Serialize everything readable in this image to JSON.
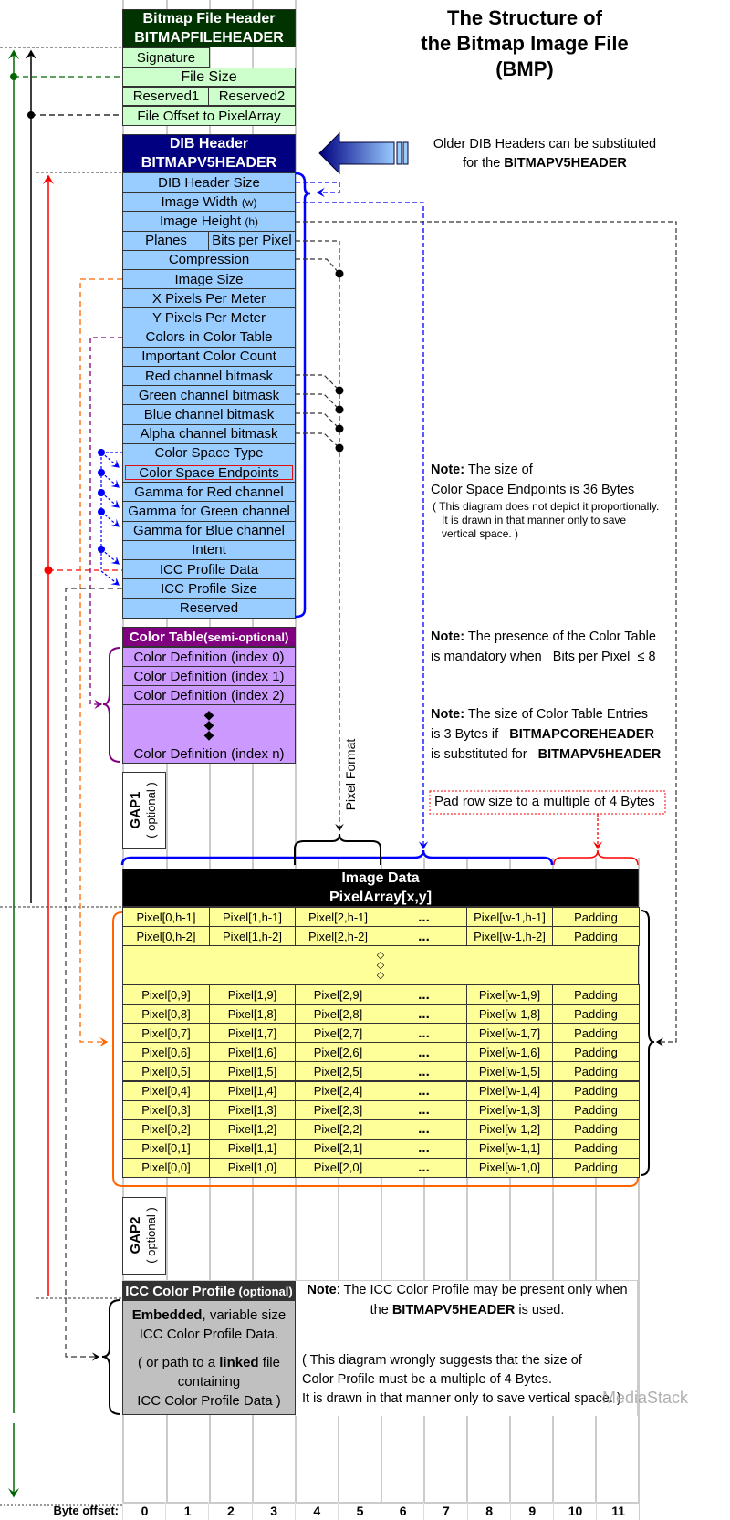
{
  "title": [
    "The Structure of",
    "the Bitmap Image File",
    "(BMP)"
  ],
  "file_header": {
    "title": "Bitmap File Header",
    "subtitle": "BITMAPFILEHEADER",
    "fields": {
      "signature": "Signature",
      "file_size": "File Size",
      "reserved1": "Reserved1",
      "reserved2": "Reserved2",
      "offset": "File Offset to PixelArray"
    },
    "color": "#ccffcc",
    "header_color": "#003300"
  },
  "dib_header": {
    "title": "DIB Header",
    "subtitle": "BITMAPV5HEADER",
    "fields": [
      "DIB Header Size",
      "Image Width (w)",
      "Image Height (h)",
      "Planes",
      "Bits per Pixel",
      "Compression",
      "Image Size",
      "X Pixels Per Meter",
      "Y Pixels Per Meter",
      "Colors in Color Table",
      "Important Color Count",
      "Red channel bitmask",
      "Green channel bitmask",
      "Blue channel bitmask",
      "Alpha channel bitmask",
      "Color Space Type",
      "Color Space Endpoints",
      "Gamma for Red channel",
      "Gamma for Green channel",
      "Gamma for Blue channel",
      "Intent",
      "ICC Profile Data",
      "ICC Profile Size",
      "Reserved"
    ],
    "color": "#99ccff",
    "header_color": "#000080"
  },
  "older_headers_note": [
    "Older DIB Headers can be substituted",
    "for the",
    "BITMAPV5HEADER"
  ],
  "color_table": {
    "title": "Color Table",
    "qualifier": "(semi-optional)",
    "entries": [
      "Color Definition (index 0)",
      "Color Definition (index 1)",
      "Color Definition (index 2)",
      "Color Definition (index n)"
    ],
    "color": "#cc99ff",
    "header_color": "#800080"
  },
  "gap1": {
    "label": "GAP1",
    "qualifier": "( optional )"
  },
  "gap2": {
    "label": "GAP2",
    "qualifier": "( optional )"
  },
  "pixel_format_label": "Pixel Format",
  "pad_note": "Pad row size to a multiple of 4 Bytes",
  "image_data": {
    "title": "Image Data",
    "subtitle": "PixelArray[x,y]",
    "ellipsis": "...",
    "padding_label": "Padding",
    "top_rows": [
      [
        "Pixel[0,h-1]",
        "Pixel[1,h-1]",
        "Pixel[2,h-1]",
        "...",
        "Pixel[w-1,h-1]",
        "Padding"
      ],
      [
        "Pixel[0,h-2]",
        "Pixel[1,h-2]",
        "Pixel[2,h-2]",
        "...",
        "Pixel[w-1,h-2]",
        "Padding"
      ]
    ],
    "bottom_rows": [
      [
        "Pixel[0,9]",
        "Pixel[1,9]",
        "Pixel[2,9]",
        "...",
        "Pixel[w-1,9]",
        "Padding"
      ],
      [
        "Pixel[0,8]",
        "Pixel[1,8]",
        "Pixel[2,8]",
        "...",
        "Pixel[w-1,8]",
        "Padding"
      ],
      [
        "Pixel[0,7]",
        "Pixel[1,7]",
        "Pixel[2,7]",
        "...",
        "Pixel[w-1,7]",
        "Padding"
      ],
      [
        "Pixel[0,6]",
        "Pixel[1,6]",
        "Pixel[2,6]",
        "...",
        "Pixel[w-1,6]",
        "Padding"
      ],
      [
        "Pixel[0,5]",
        "Pixel[1,5]",
        "Pixel[2,5]",
        "...",
        "Pixel[w-1,5]",
        "Padding"
      ],
      [
        "Pixel[0,4]",
        "Pixel[1,4]",
        "Pixel[2,4]",
        "...",
        "Pixel[w-1,4]",
        "Padding"
      ],
      [
        "Pixel[0,3]",
        "Pixel[1,3]",
        "Pixel[2,3]",
        "...",
        "Pixel[w-1,3]",
        "Padding"
      ],
      [
        "Pixel[0,2]",
        "Pixel[1,2]",
        "Pixel[2,2]",
        "...",
        "Pixel[w-1,2]",
        "Padding"
      ],
      [
        "Pixel[0,1]",
        "Pixel[1,1]",
        "Pixel[2,1]",
        "...",
        "Pixel[w-1,1]",
        "Padding"
      ],
      [
        "Pixel[0,0]",
        "Pixel[1,0]",
        "Pixel[2,0]",
        "...",
        "Pixel[w-1,0]",
        "Padding"
      ]
    ],
    "color": "#ffff99"
  },
  "icc_profile": {
    "title": "ICC Color Profile",
    "qualifier": "(optional)",
    "body": {
      "embedded": "Embedded",
      "line1_rest": ", variable size",
      "line2": "ICC Color Profile Data.",
      "line3_pre": "( or path to a",
      "linked": "linked",
      "line3_post": "file",
      "line4": "containing",
      "line5": "ICC Color Profile Data )"
    },
    "header_color": "#333333",
    "body_color": "#c0c0c0"
  },
  "notes": {
    "endpoints": {
      "label": "Note:",
      "line1": "The size of",
      "line2": "Color Space Endpoints is 36 Bytes",
      "small": [
        "( This diagram does not depict it proportionally.",
        "It is drawn in that manner only to save",
        "vertical space. )"
      ]
    },
    "color_table_presence": {
      "label": "Note:",
      "line1": "The presence of the Color Table",
      "line2": "is mandatory when   Bits per Pixel  ≤ 8"
    },
    "color_table_size": {
      "label": "Note:",
      "line1": "The size of Color Table Entries",
      "line2_pre": "is 3 Bytes if",
      "line2_bold": "BITMAPCOREHEADER",
      "line3_pre": "is substituted for",
      "line3_bold": "BITMAPV5HEADER"
    },
    "icc": {
      "label": "Note",
      "line1": ": The ICC Color Profile may be present only when",
      "line2_pre": "the",
      "line2_bold": "BITMAPV5HEADER",
      "line2_post": "is used.",
      "extra": [
        "( This diagram wrongly suggests that the size of",
        "Color Profile must be a multiple of 4 Bytes.",
        "It is drawn in that manner only to save vertical space. )"
      ]
    }
  },
  "byte_offset": {
    "label": "Byte offset:",
    "values": [
      "0",
      "1",
      "2",
      "3",
      "4",
      "5",
      "6",
      "7",
      "8",
      "9",
      "10",
      "11"
    ]
  },
  "watermark": "MediaStack"
}
